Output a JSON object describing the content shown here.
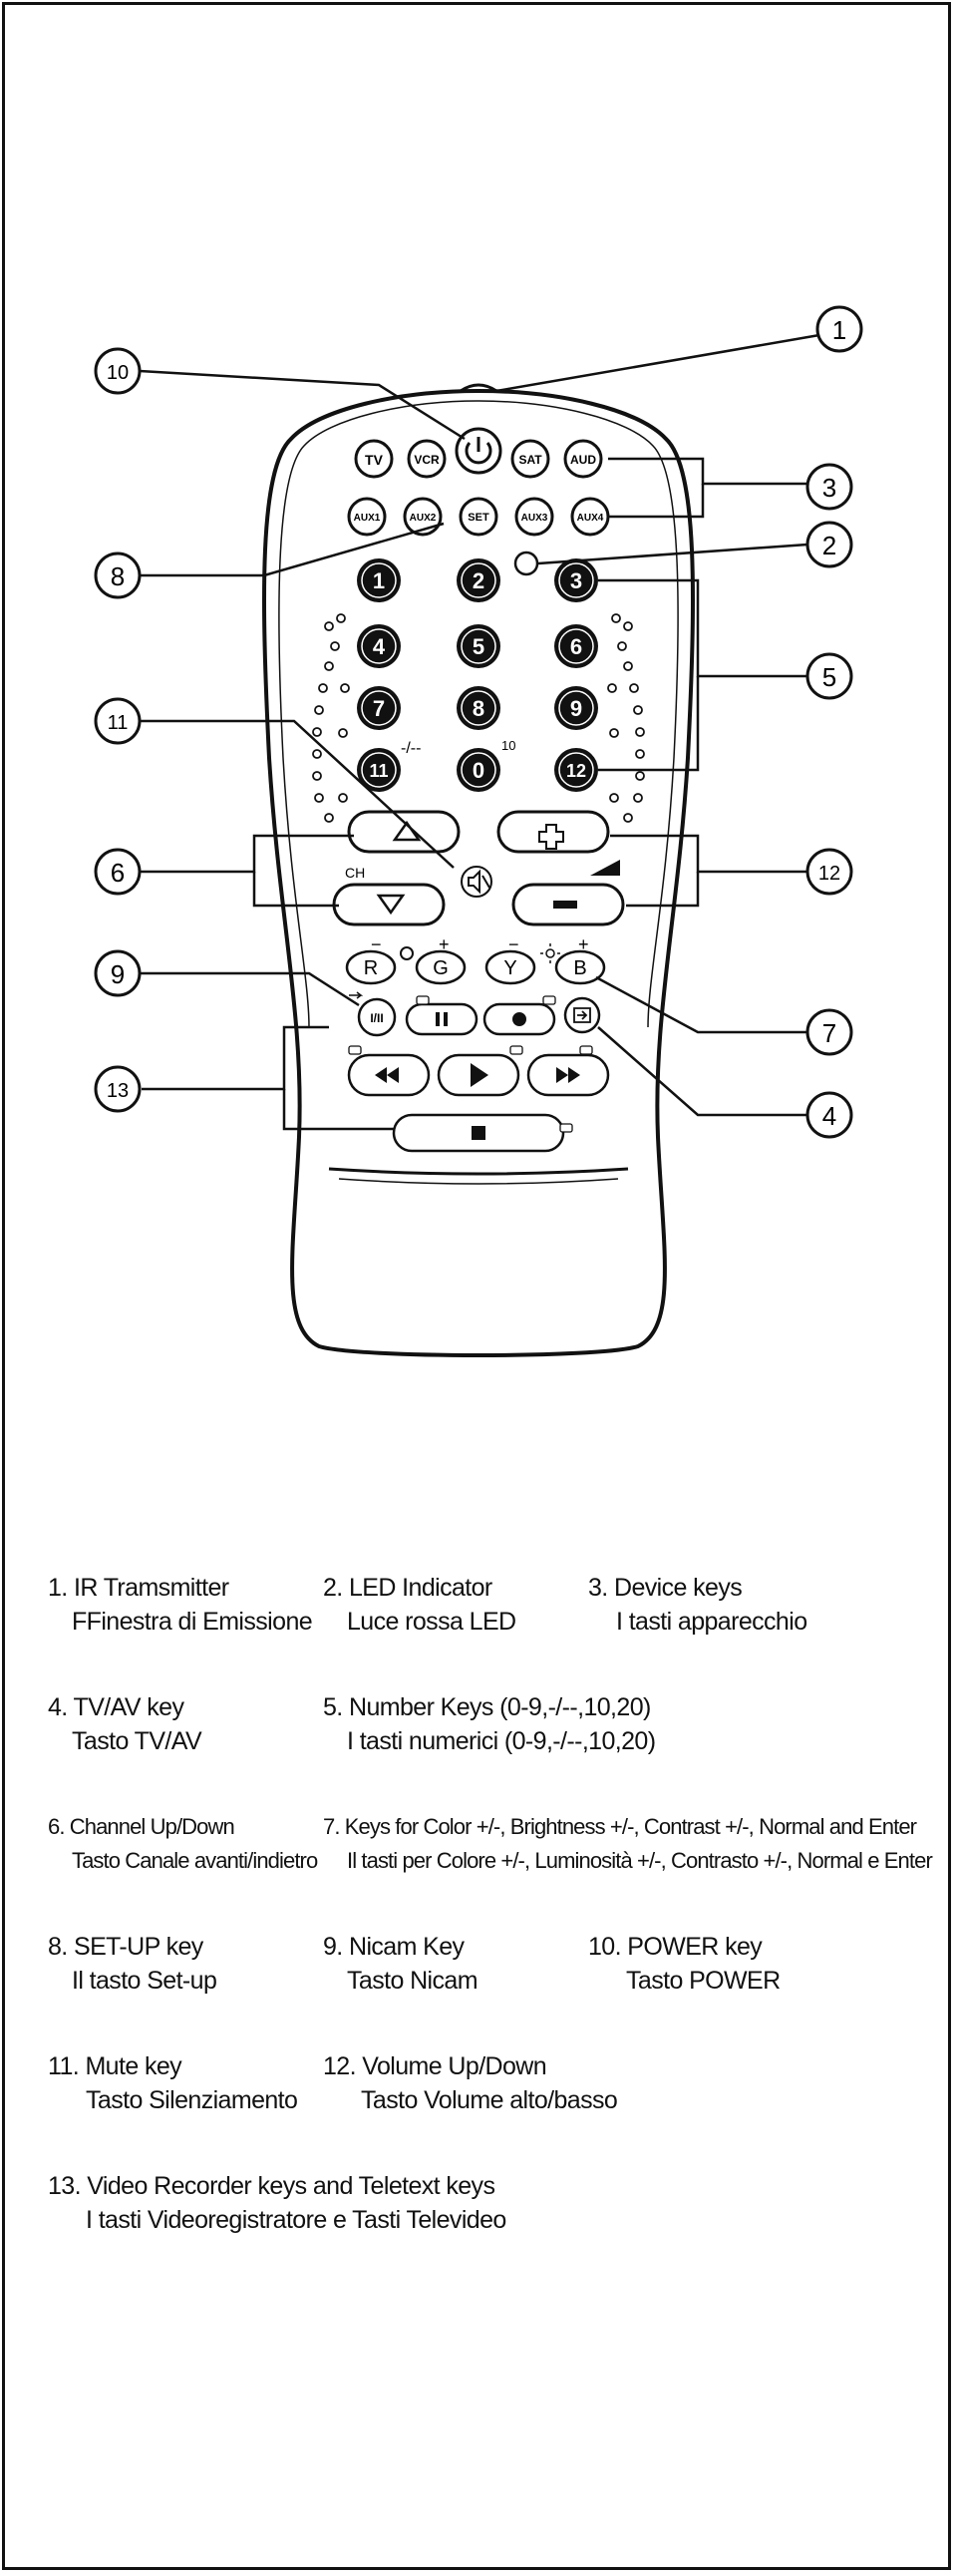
{
  "remote": {
    "device_keys": [
      "TV",
      "VCR",
      "SAT",
      "AUD"
    ],
    "aux_keys": [
      "AUX1",
      "AUX2",
      "SET",
      "AUX3",
      "AUX4"
    ],
    "number_keys": [
      "1",
      "2",
      "3",
      "4",
      "5",
      "6",
      "7",
      "8",
      "9",
      "11",
      "0",
      "12"
    ],
    "dash_label": "-/--",
    "ten_label": "10",
    "ch_label": "CH",
    "color_keys": [
      "R",
      "G",
      "Y",
      "B"
    ],
    "color_signs": [
      "−",
      "+",
      "−",
      "+"
    ],
    "nicam_label": "I/II",
    "callouts": [
      "1",
      "2",
      "3",
      "4",
      "5",
      "6",
      "7",
      "8",
      "9",
      "10",
      "11",
      "12",
      "13"
    ]
  },
  "legend": [
    [
      {
        "title": "1. IR Tramsmitter",
        "sub": "FFinestra di Emissione"
      },
      {
        "title": "2. LED Indicator",
        "sub": "Luce rossa LED"
      },
      {
        "title": "3. Device keys",
        "sub": "I tasti apparecchio"
      }
    ],
    [
      {
        "title": "4. TV/AV key",
        "sub": "Tasto TV/AV"
      },
      {
        "title": "5. Number Keys (0-9,-/--,10,20)",
        "sub": "I tasti numerici (0-9,-/--,10,20)"
      }
    ],
    [
      {
        "title": "6. Channel Up/Down",
        "sub": "Tasto Canale avanti/indietro"
      },
      {
        "title": "7. Keys for Color +/-, Brightness +/-, Contrast +/-, Normal and Enter",
        "sub": "Il tasti per Colore +/-, Luminosità +/-, Contrasto +/-, Normal e Enter"
      }
    ],
    [
      {
        "title": "8. SET-UP key",
        "sub": "Il tasto Set-up"
      },
      {
        "title": "9. Nicam Key",
        "sub": "Tasto Nicam"
      },
      {
        "title": "10. POWER key",
        "sub": "Tasto POWER"
      }
    ],
    [
      {
        "title": "11. Mute key",
        "sub": "Tasto Silenziamento"
      },
      {
        "title": "12. Volume Up/Down",
        "sub": "Tasto Volume alto/basso"
      }
    ],
    [
      {
        "title": "13. Video Recorder keys and Teletext keys",
        "sub": "I tasti Videoregistratore e Tasti Televideo"
      }
    ]
  ]
}
